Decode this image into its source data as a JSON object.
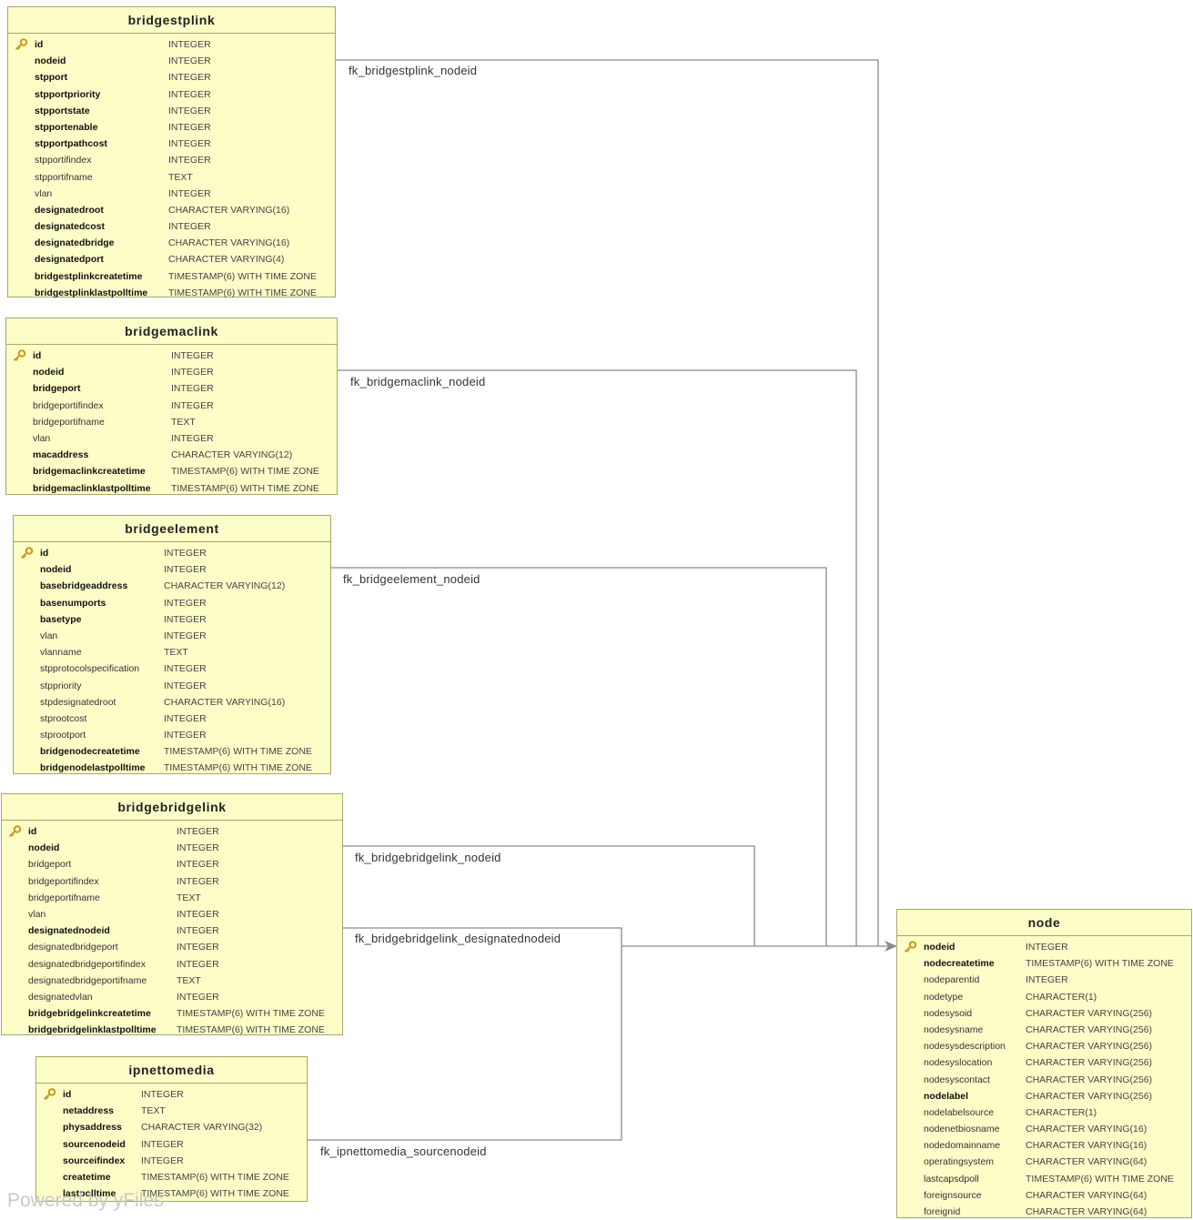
{
  "colors": {
    "table_bg": "#fdfdc8",
    "table_border": "#a6a66e",
    "edge": "#8a8a8a",
    "key_icon": "#c79a1a"
  },
  "icons": {
    "primary_key": "key-icon",
    "edge_end": "arrow-head-icon"
  },
  "watermark": "Powered by yFiles",
  "fk_labels": {
    "bridgestplink": "fk_bridgestplink_nodeid",
    "bridgemaclink": "fk_bridgemaclink_nodeid",
    "bridgeelement": "fk_bridgeelement_nodeid",
    "bridgebridgelink_nodeid": "fk_bridgebridgelink_nodeid",
    "bridgebridgelink_designated": "fk_bridgebridgelink_designatednodeid",
    "ipnettomedia": "fk_ipnettomedia_sourcenodeid"
  },
  "tables": {
    "bridgestplink": {
      "name": "bridgestplink",
      "columns": [
        {
          "name": "id",
          "type": "INTEGER",
          "pk": true,
          "bold": true
        },
        {
          "name": "nodeid",
          "type": "INTEGER",
          "bold": true
        },
        {
          "name": "stpport",
          "type": "INTEGER",
          "bold": true
        },
        {
          "name": "stpportpriority",
          "type": "INTEGER",
          "bold": true
        },
        {
          "name": "stpportstate",
          "type": "INTEGER",
          "bold": true
        },
        {
          "name": "stpportenable",
          "type": "INTEGER",
          "bold": true
        },
        {
          "name": "stpportpathcost",
          "type": "INTEGER",
          "bold": true
        },
        {
          "name": "stpportifindex",
          "type": "INTEGER"
        },
        {
          "name": "stpportifname",
          "type": "TEXT"
        },
        {
          "name": "vlan",
          "type": "INTEGER"
        },
        {
          "name": "designatedroot",
          "type": "CHARACTER VARYING(16)",
          "bold": true
        },
        {
          "name": "designatedcost",
          "type": "INTEGER",
          "bold": true
        },
        {
          "name": "designatedbridge",
          "type": "CHARACTER VARYING(16)",
          "bold": true
        },
        {
          "name": "designatedport",
          "type": "CHARACTER VARYING(4)",
          "bold": true
        },
        {
          "name": "bridgestplinkcreatetime",
          "type": "TIMESTAMP(6) WITH TIME ZONE",
          "bold": true
        },
        {
          "name": "bridgestplinklastpolltime",
          "type": "TIMESTAMP(6) WITH TIME ZONE",
          "bold": true
        }
      ]
    },
    "bridgemaclink": {
      "name": "bridgemaclink",
      "columns": [
        {
          "name": "id",
          "type": "INTEGER",
          "pk": true,
          "bold": true
        },
        {
          "name": "nodeid",
          "type": "INTEGER",
          "bold": true
        },
        {
          "name": "bridgeport",
          "type": "INTEGER",
          "bold": true
        },
        {
          "name": "bridgeportifindex",
          "type": "INTEGER"
        },
        {
          "name": "bridgeportifname",
          "type": "TEXT"
        },
        {
          "name": "vlan",
          "type": "INTEGER"
        },
        {
          "name": "macaddress",
          "type": "CHARACTER VARYING(12)",
          "bold": true
        },
        {
          "name": "bridgemaclinkcreatetime",
          "type": "TIMESTAMP(6) WITH TIME ZONE",
          "bold": true
        },
        {
          "name": "bridgemaclinklastpolltime",
          "type": "TIMESTAMP(6) WITH TIME ZONE",
          "bold": true
        }
      ]
    },
    "bridgeelement": {
      "name": "bridgeelement",
      "columns": [
        {
          "name": "id",
          "type": "INTEGER",
          "pk": true,
          "bold": true
        },
        {
          "name": "nodeid",
          "type": "INTEGER",
          "bold": true
        },
        {
          "name": "basebridgeaddress",
          "type": "CHARACTER VARYING(12)",
          "bold": true
        },
        {
          "name": "basenumports",
          "type": "INTEGER",
          "bold": true
        },
        {
          "name": "basetype",
          "type": "INTEGER",
          "bold": true
        },
        {
          "name": "vlan",
          "type": "INTEGER"
        },
        {
          "name": "vlanname",
          "type": "TEXT"
        },
        {
          "name": "stpprotocolspecification",
          "type": "INTEGER"
        },
        {
          "name": "stppriority",
          "type": "INTEGER"
        },
        {
          "name": "stpdesignatedroot",
          "type": "CHARACTER VARYING(16)"
        },
        {
          "name": "stprootcost",
          "type": "INTEGER"
        },
        {
          "name": "stprootport",
          "type": "INTEGER"
        },
        {
          "name": "bridgenodecreatetime",
          "type": "TIMESTAMP(6) WITH TIME ZONE",
          "bold": true
        },
        {
          "name": "bridgenodelastpolltime",
          "type": "TIMESTAMP(6) WITH TIME ZONE",
          "bold": true
        }
      ]
    },
    "bridgebridgelink": {
      "name": "bridgebridgelink",
      "columns": [
        {
          "name": "id",
          "type": "INTEGER",
          "pk": true,
          "bold": true
        },
        {
          "name": "nodeid",
          "type": "INTEGER",
          "bold": true
        },
        {
          "name": "bridgeport",
          "type": "INTEGER"
        },
        {
          "name": "bridgeportifindex",
          "type": "INTEGER"
        },
        {
          "name": "bridgeportifname",
          "type": "TEXT"
        },
        {
          "name": "vlan",
          "type": "INTEGER"
        },
        {
          "name": "designatednodeid",
          "type": "INTEGER",
          "bold": true
        },
        {
          "name": "designatedbridgeport",
          "type": "INTEGER"
        },
        {
          "name": "designatedbridgeportifindex",
          "type": "INTEGER"
        },
        {
          "name": "designatedbridgeportifname",
          "type": "TEXT"
        },
        {
          "name": "designatedvlan",
          "type": "INTEGER"
        },
        {
          "name": "bridgebridgelinkcreatetime",
          "type": "TIMESTAMP(6) WITH TIME ZONE",
          "bold": true
        },
        {
          "name": "bridgebridgelinklastpolltime",
          "type": "TIMESTAMP(6) WITH TIME ZONE",
          "bold": true
        }
      ]
    },
    "ipnettomedia": {
      "name": "ipnettomedia",
      "columns": [
        {
          "name": "id",
          "type": "INTEGER",
          "pk": true,
          "bold": true
        },
        {
          "name": "netaddress",
          "type": "TEXT",
          "bold": true
        },
        {
          "name": "physaddress",
          "type": "CHARACTER VARYING(32)",
          "bold": true
        },
        {
          "name": "sourcenodeid",
          "type": "INTEGER",
          "bold": true
        },
        {
          "name": "sourceifindex",
          "type": "INTEGER",
          "bold": true
        },
        {
          "name": "createtime",
          "type": "TIMESTAMP(6) WITH TIME ZONE",
          "bold": true
        },
        {
          "name": "lastpolltime",
          "type": "TIMESTAMP(6) WITH TIME ZONE",
          "bold": true
        }
      ]
    },
    "node": {
      "name": "node",
      "columns": [
        {
          "name": "nodeid",
          "type": "INTEGER",
          "pk": true,
          "bold": true
        },
        {
          "name": "nodecreatetime",
          "type": "TIMESTAMP(6) WITH TIME ZONE",
          "bold": true
        },
        {
          "name": "nodeparentid",
          "type": "INTEGER"
        },
        {
          "name": "nodetype",
          "type": "CHARACTER(1)"
        },
        {
          "name": "nodesysoid",
          "type": "CHARACTER VARYING(256)"
        },
        {
          "name": "nodesysname",
          "type": "CHARACTER VARYING(256)"
        },
        {
          "name": "nodesysdescription",
          "type": "CHARACTER VARYING(256)"
        },
        {
          "name": "nodesyslocation",
          "type": "CHARACTER VARYING(256)"
        },
        {
          "name": "nodesyscontact",
          "type": "CHARACTER VARYING(256)"
        },
        {
          "name": "nodelabel",
          "type": "CHARACTER VARYING(256)",
          "bold": true
        },
        {
          "name": "nodelabelsource",
          "type": "CHARACTER(1)"
        },
        {
          "name": "nodenetbiosname",
          "type": "CHARACTER VARYING(16)"
        },
        {
          "name": "nodedomainname",
          "type": "CHARACTER VARYING(16)"
        },
        {
          "name": "operatingsystem",
          "type": "CHARACTER VARYING(64)"
        },
        {
          "name": "lastcapsdpoll",
          "type": "TIMESTAMP(6) WITH TIME ZONE"
        },
        {
          "name": "foreignsource",
          "type": "CHARACTER VARYING(64)"
        },
        {
          "name": "foreignid",
          "type": "CHARACTER VARYING(64)"
        }
      ]
    }
  }
}
